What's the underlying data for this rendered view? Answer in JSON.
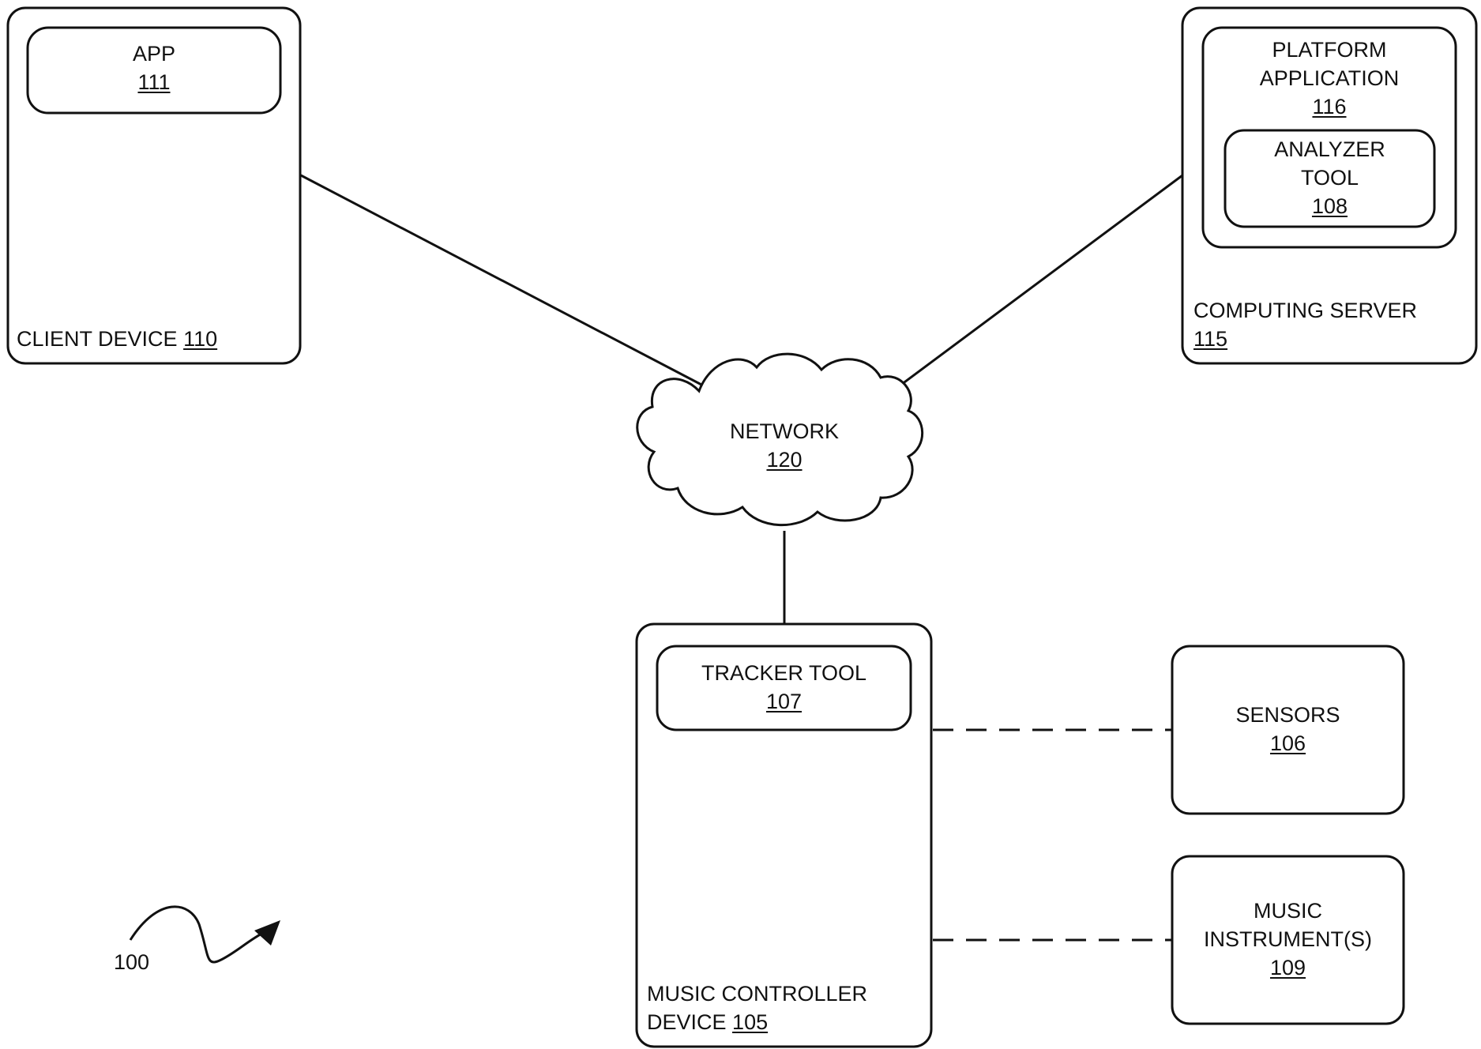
{
  "system_ref": "100",
  "client_device": {
    "label": "CLIENT DEVICE",
    "num": "110"
  },
  "app": {
    "label": "APP",
    "num": "111"
  },
  "computing_server": {
    "label": "COMPUTING SERVER",
    "num": "115"
  },
  "platform_application": {
    "line1": "PLATFORM",
    "line2": "APPLICATION",
    "num": "116"
  },
  "analyzer_tool": {
    "line1": "ANALYZER",
    "line2": "TOOL",
    "num": "108"
  },
  "network": {
    "label": "NETWORK",
    "num": "120"
  },
  "music_controller_device": {
    "line1": "MUSIC CONTROLLER",
    "line2": "DEVICE",
    "num": "105"
  },
  "tracker_tool": {
    "label": "TRACKER TOOL",
    "num": "107"
  },
  "sensors": {
    "label": "SENSORS",
    "num": "106"
  },
  "music_instruments": {
    "line1": "MUSIC",
    "line2": "INSTRUMENT(S)",
    "num": "109"
  }
}
